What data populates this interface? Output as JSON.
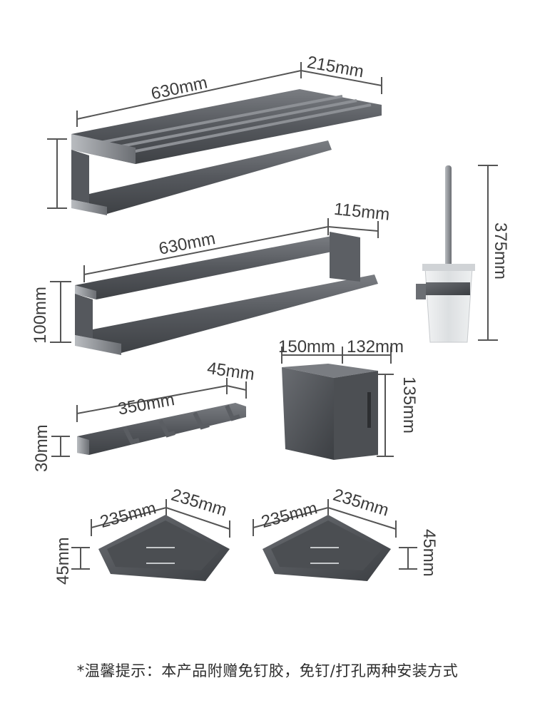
{
  "products": {
    "towel_rack": {
      "width": "630mm",
      "depth": "215mm"
    },
    "towel_bar": {
      "width": "630mm",
      "depth": "115mm",
      "height": "100mm"
    },
    "toilet_brush": {
      "height": "375mm"
    },
    "hook_rail": {
      "width": "350mm",
      "depth": "45mm",
      "height": "30mm"
    },
    "tissue_box": {
      "width": "150mm",
      "depth": "132mm",
      "height": "135mm"
    },
    "corner_shelf_left": {
      "side_a": "235mm",
      "side_b": "235mm",
      "height": "45mm"
    },
    "corner_shelf_right": {
      "side_a": "235mm",
      "side_b": "235mm",
      "height": "45mm"
    }
  },
  "note": "*温馨提示：本产品附赠免钉胶，免钉/打孔两种安装方式",
  "colors": {
    "metal": "#5a5d62",
    "metal_dark": "#3f4246",
    "metal_light": "#9a9da2",
    "glass": "#e6e8ea"
  }
}
